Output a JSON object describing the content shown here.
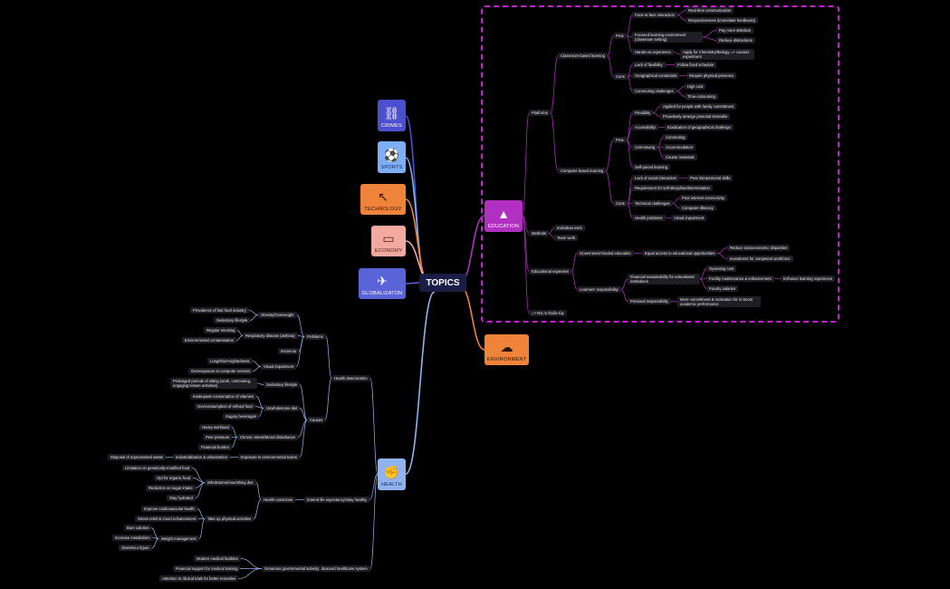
{
  "root": {
    "label": "TOPICS"
  },
  "topics": [
    {
      "label": "CRIMES",
      "icon": "handcuffs-icon"
    },
    {
      "label": "SPORTS",
      "icon": "ball-icon"
    },
    {
      "label": "TECHNOLOGY",
      "icon": "cursor-icon"
    },
    {
      "label": "ECONOMY",
      "icon": "money-icon"
    },
    {
      "label": "GLOBALIZATON",
      "icon": "rocket-icon"
    },
    {
      "label": "EDUCATION",
      "icon": "graduation-cap-icon"
    },
    {
      "label": "ENVIRONMENT",
      "icon": "cloud-icon"
    },
    {
      "label": "HEALTH",
      "icon": "muscle-icon"
    }
  ],
  "colors": {
    "crimes": "#4b4fd0",
    "sports": "#7eaef7",
    "technology": "#f0833a",
    "economy": "#f3a8a0",
    "globalization": "#5a63d8",
    "education": "#b12fc1",
    "environment": "#f0833a",
    "health": "#8fb3ef",
    "root": "#1a1d45",
    "node": "#1e1e24"
  },
  "education": {
    "platforms": "Platforms",
    "classroom": "Classroom-based learning",
    "pros": "Pros",
    "f2f": "Face-to-face interaction",
    "realtime": "Real-time communication",
    "responsive": "Responsiveness (immediate feedbacks)",
    "focused": "Focused learning environment (classroom setting)",
    "attention": "Pay more attention",
    "distractions": "Reduce distractions",
    "handson": "Hands-on experience",
    "chem": "Apply for Chemistry/Biology => conduct experiment",
    "cons": "Cons",
    "flexlack": "Lack of flexibility",
    "fixed": "Follow fixed schedule",
    "geo": "Geographical constraints",
    "physical": "Require physical presence",
    "commuting": "Commuting challenges",
    "highcost": "High cost",
    "timeconsuming": "Time-consuming",
    "computer": "Computer-based learning",
    "cpros": "Pros",
    "flexibility": "Flexibility",
    "family": "Applied for people with family commitment",
    "timetable": "Proactively arrange personal timetable",
    "access": "Accessibility",
    "eradication": "Eradication of geographical challenge",
    "costsaving": "Cost-saving",
    "commute2": "Commuting",
    "accommodation": "Accommodation",
    "materials": "Course materials",
    "selfpaced": "Self-paced learning",
    "ccons": "Cons",
    "social": "Lack of social interaction",
    "interpersonal": "Poor interpersonal skills",
    "selfdisc": "Requirement for self-discipline/determination",
    "technical": "Technical challenges",
    "internet": "Poor internet connectivity",
    "literacy": "Computer-illiteracy",
    "health": "Health problems",
    "visual": "Visual impairment",
    "methods": "Methods",
    "individual": "Individual work",
    "team": "Team work",
    "expenses": "Educational expenses",
    "govfunded": "Government-funded education",
    "equal": "Equal access to educational opportunities",
    "socioeco": "Reduce socioeconomic disparities",
    "workforce": "Investment for competent workforce",
    "learners": "Learners' responsibility",
    "sustain": "Financial sustainability for educational institutions",
    "opcost": "Operating cost",
    "facility": "Facility maintenance & enhancement",
    "enhance": "Enhance learning experience",
    "salaries": "Faculty salaries",
    "personal": "Personal responsibility",
    "commitment": "More commitment & motivation for to boost academic performance",
    "roi": "=> Roi ro thuần túy"
  },
  "health": {
    "deterioration": "Health deterioration",
    "problems": "Problems",
    "obesity": "Obesity/Overweight",
    "fastfood": "Prevalence of fast food industry",
    "sedentary1": "Sedentary lifestyle",
    "respiratory": "Respiratory disease (asthma)",
    "smoking": "Regular smoking",
    "contamination": "Environmental contamination",
    "insomnia": "Insomnia",
    "visualimp": "Visual impairment",
    "sight": "Long/short-sightedness",
    "screens": "Overexposure to computer screens",
    "causes": "Causes",
    "sedentary2": "Sedentary lifestyle",
    "sitting": "Prolonged periods of sitting (work, commuting, engaging leisure activities)",
    "unwholesome": "Unwholesome diet",
    "vitamins": "Inadequate consumption of vitamins",
    "refined": "Overconsumption of refined food",
    "sugary": "Sugary beverages",
    "stress": "Chronic stress/Mood disturbance",
    "workload": "Heavy workload",
    "peer": "Peer pressure",
    "financial": "Financial burden",
    "exposure": "Exposure to environmental toxins",
    "industrial": "Industrialization & urbanization",
    "disposal": "Disposal of unprocessed waste",
    "extend": "Extend life expectancy/Stay healthy",
    "conscious": "Health-conscious",
    "wholesome": "Wholesome/nourishing diet",
    "limitation": "Limitation on genetically-modified food",
    "organic": "Opt for organic food",
    "sugarintake": "Reduction on sugar intake",
    "hydrated": "Stay hydrated",
    "physicalact": "Take up physical activities",
    "cardio": "Improve cardiovascular health",
    "mood": "Stress relief & mood enhancement",
    "weight": "Weight management",
    "calories": "Burn calories",
    "metabolism": "Increase metabolism",
    "hourglass": "Glasshour figure",
    "advanced": "Advanced healthcare system",
    "subsidy": "Generous governmental subsidy",
    "facilities": "Modern medical facilities",
    "training": "Financial support for medical training",
    "trials": "Attention to clinical trials for better remedies"
  }
}
